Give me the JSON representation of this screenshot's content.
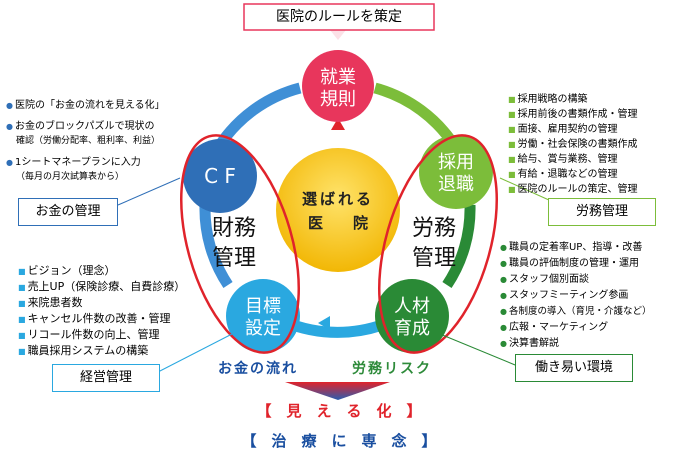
{
  "title": "医院のルールを策定",
  "center": {
    "line1": "選ばれる",
    "line2": "医　　院"
  },
  "circles": {
    "top": {
      "line1": "就業",
      "line2": "規則",
      "color": "#e8365c"
    },
    "cf": {
      "line1": "C F",
      "color": "#2f6fb7"
    },
    "recruit": {
      "line1": "採用",
      "line2": "退職",
      "color": "#7cbd3a"
    },
    "target": {
      "line1": "目標",
      "line2": "設定",
      "color": "#2aa8e0"
    },
    "hr": {
      "line1": "人材",
      "line2": "育成",
      "color": "#2a8a36"
    }
  },
  "big_labels": {
    "finance": {
      "line1": "財務",
      "line2": "管理"
    },
    "labor": {
      "line1": "労務",
      "line2": "管理"
    }
  },
  "left_top_list": [
    "医院の「お金の流れを見える化」",
    "お金のブロックパズルで現状の",
    "確認（労働分配率、粗利率、利益）",
    "1シートマネープランに入力",
    "（毎月の月次試算表から）"
  ],
  "left_bottom_list": [
    "ビジョン（理念）",
    "売上UP（保険診療、自費診療）",
    "来院患者数",
    "キャンセル件数の改善・管理",
    "リコール件数の向上、管理",
    "職員採用システムの構築"
  ],
  "right_top_list": [
    "採用戦略の構築",
    "採用前後の書類作成・管理",
    "面接、雇用契約の管理",
    "労働・社会保険の書類作成",
    "給与、賞与業務、管理",
    "有給・退職などの管理",
    "医院のルールの策定、管理"
  ],
  "right_bottom_list": [
    "職員の定着率UP、指導・改善",
    "職員の評価制度の管理・運用",
    "スタッフ個別面談",
    "スタッフミーティング参画",
    "各制度の導入（育児・介護など）",
    "広報・マーケティング",
    "決算書解説"
  ],
  "boxes": {
    "money": "お金の管理",
    "management": "経営管理",
    "labor": "労務管理",
    "environment": "働き易い環境"
  },
  "bottom": {
    "flow_left": "お金の流れ",
    "flow_right": "労務リスク",
    "visualize": "【　見　え　る　化　】",
    "treatment": "【　治　療　に　専　念　】"
  },
  "colors": {
    "ring": "#4fb3e8",
    "center": "#f5c518",
    "ellipse": "#e0232b",
    "blue_text": "#1a4fa0",
    "green_text": "#2e8b3a",
    "red_text": "#e0232b"
  }
}
